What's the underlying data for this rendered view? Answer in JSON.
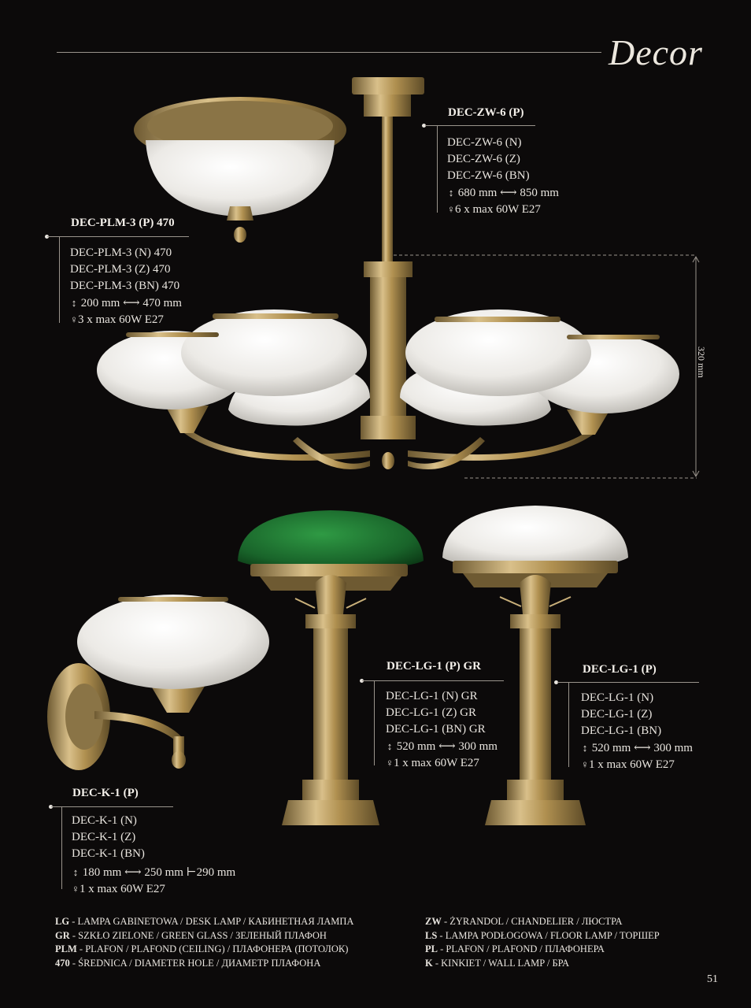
{
  "header": {
    "brand": "Decor"
  },
  "page_number": "51",
  "products": {
    "zw": {
      "title": "DEC-ZW-6 (P)",
      "variants": [
        "DEC-ZW-6 (N)",
        "DEC-ZW-6 (Z)",
        "DEC-ZW-6 (BN)"
      ],
      "dims": "680 mm ⟷ 850 mm",
      "bulb": "6 x max 60W E27",
      "height_note": "320 mm"
    },
    "plm": {
      "title": "DEC-PLM-3 (P) 470",
      "variants": [
        "DEC-PLM-3 (N) 470",
        "DEC-PLM-3 (Z) 470",
        "DEC-PLM-3 (BN) 470"
      ],
      "dims": "200 mm ⟷ 470 mm",
      "bulb": "3 x max 60W E27"
    },
    "lg_gr": {
      "title": "DEC-LG-1 (P) GR",
      "variants": [
        "DEC-LG-1 (N) GR",
        "DEC-LG-1 (Z) GR",
        "DEC-LG-1 (BN) GR"
      ],
      "dims": "520 mm ⟷ 300 mm",
      "bulb": "1 x max 60W E27"
    },
    "lg": {
      "title": "DEC-LG-1 (P)",
      "variants": [
        "DEC-LG-1 (N)",
        "DEC-LG-1 (Z)",
        "DEC-LG-1 (BN)"
      ],
      "dims": "520 mm ⟷ 300 mm",
      "bulb": "1 x max 60W E27"
    },
    "k": {
      "title": "DEC-K-1 (P)",
      "variants": [
        "DEC-K-1 (N)",
        "DEC-K-1 (Z)",
        "DEC-K-1 (BN)"
      ],
      "dims": "180 mm ⟷ 250 mm ⊢290 mm",
      "bulb": "1 x max 60W E27"
    }
  },
  "legend": {
    "left": [
      {
        "code": "LG",
        "text": " - LAMPA GABINETOWA / DESK LAMP / КАБИНЕТНАЯ ЛАМПА"
      },
      {
        "code": "GR",
        "text": " - SZKŁO ZIELONE / GREEN GLASS / ЗЕЛЕНЫЙ ПЛАФОН"
      },
      {
        "code": "PLM",
        "text": " - PLAFON / PLAFOND (CEILING) / ПЛАФОНЕРА (ПОТОЛОК)"
      },
      {
        "code": "470",
        "text": " - ŚREDNICA / DIAMETER HOLE / ДИАМЕТР ПЛАФОНА"
      }
    ],
    "right": [
      {
        "code": "ZW",
        "text": " - ŻYRANDOL / CHANDELIER / ЛЮСТРА"
      },
      {
        "code": "LS",
        "text": " - LAMPA PODŁOGOWA / FLOOR LAMP / ТОРШЕР"
      },
      {
        "code": "PL",
        "text": " - PLAFON / PLAFOND / ПЛАФОНЕРА"
      },
      {
        "code": "K",
        "text": " - KINKIET / WALL LAMP / БРА"
      }
    ]
  },
  "colors": {
    "background": "#0c0a0a",
    "brass": "#b59a62",
    "glass_white": "#eeeeec",
    "glass_green": "#1c6a2c"
  }
}
